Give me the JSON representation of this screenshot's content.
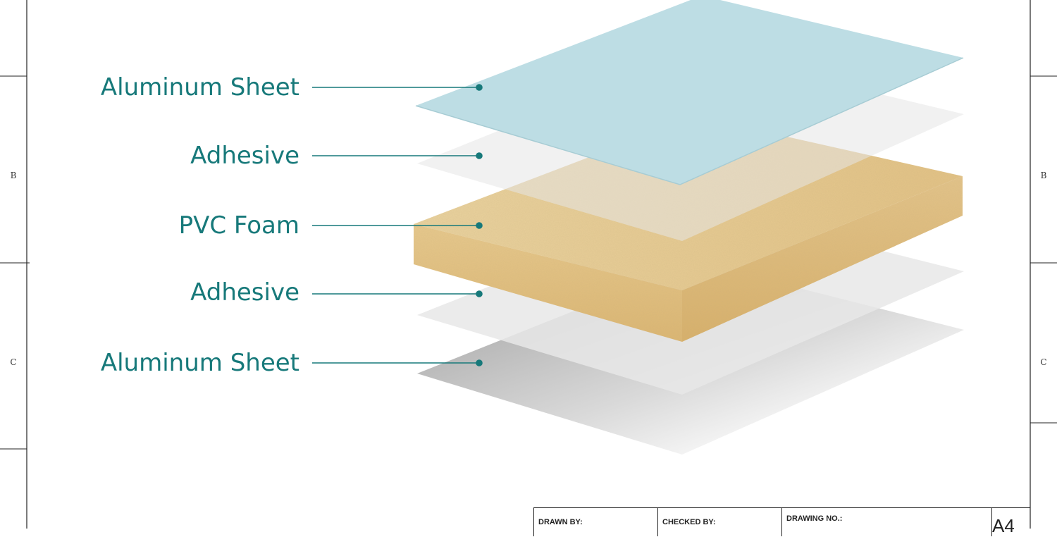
{
  "zone_letters": {
    "b": "B",
    "c": "C"
  },
  "layers": [
    {
      "label": "Aluminum Sheet"
    },
    {
      "label": "Adhesive"
    },
    {
      "label": "PVC Foam"
    },
    {
      "label": "Adhesive"
    },
    {
      "label": "Aluminum Sheet"
    }
  ],
  "title_block": {
    "drawn_by": "DRAWN BY:",
    "checked_by": "CHECKED BY:",
    "drawing_no": "DRAWING NO.:",
    "sheet_size": "A4"
  },
  "colors": {
    "label_teal": "#17797a",
    "aluminum_top": "#bddde4",
    "pvc_foam": "#e9cf98",
    "adhesive": "#ececec",
    "aluminum_bottom": "#b9b9b9"
  }
}
